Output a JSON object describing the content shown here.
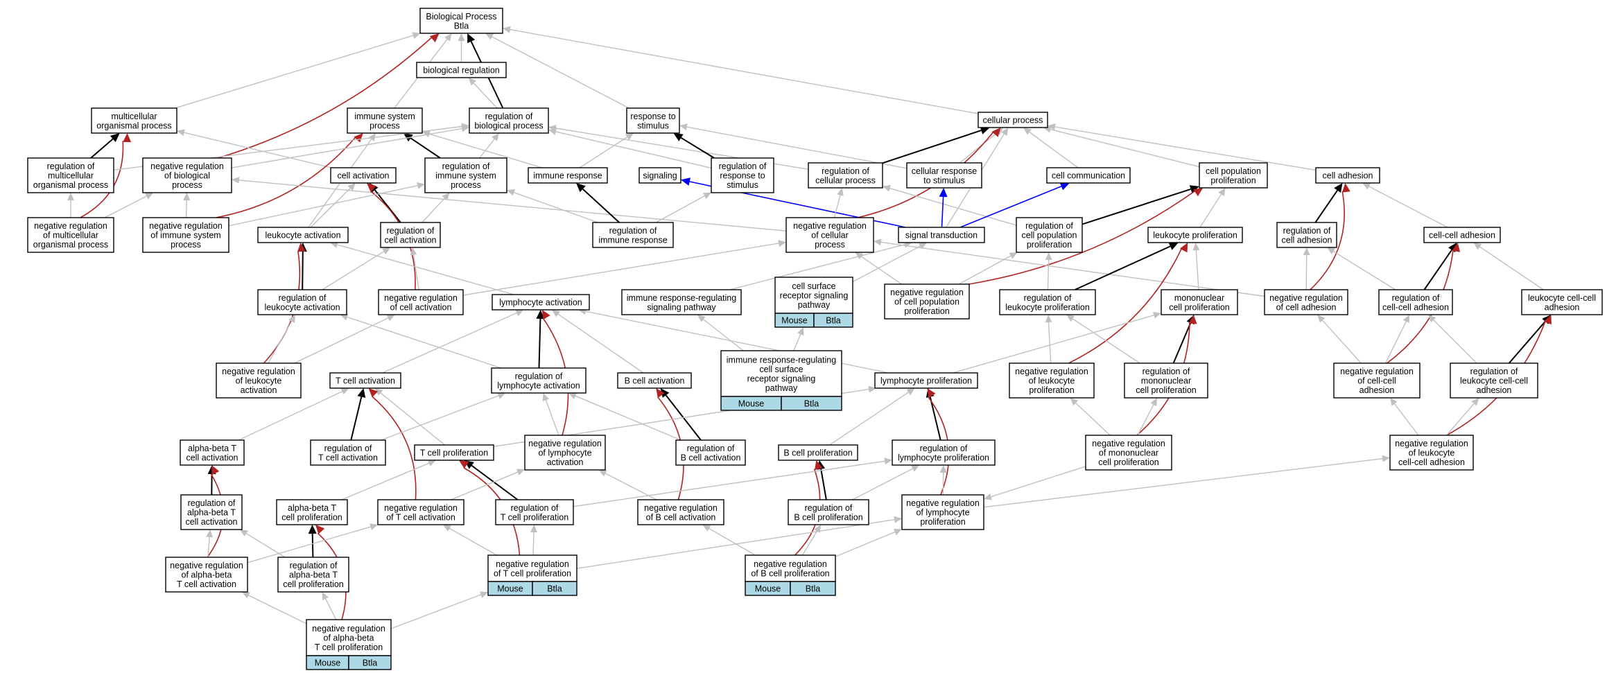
{
  "graph": {
    "nodes": [
      {
        "id": "bp",
        "lines": [
          "Biological Process",
          "Btla"
        ]
      },
      {
        "id": "biolreg",
        "lines": [
          "biological regulation"
        ]
      },
      {
        "id": "multi",
        "lines": [
          "multicellular",
          "organismal process"
        ]
      },
      {
        "id": "immsys",
        "lines": [
          "immune system",
          "process"
        ]
      },
      {
        "id": "regbio",
        "lines": [
          "regulation of",
          "biological process"
        ]
      },
      {
        "id": "resp",
        "lines": [
          "response to",
          "stimulus"
        ]
      },
      {
        "id": "cellproc",
        "lines": [
          "cellular process"
        ]
      },
      {
        "id": "regmulti",
        "lines": [
          "regulation of",
          "multicellular",
          "organismal process"
        ]
      },
      {
        "id": "negbio",
        "lines": [
          "negative regulation",
          "of biological",
          "process"
        ]
      },
      {
        "id": "cellact",
        "lines": [
          "cell activation"
        ]
      },
      {
        "id": "regimmsys",
        "lines": [
          "regulation of",
          "immune system",
          "process"
        ]
      },
      {
        "id": "immresp",
        "lines": [
          "immune response"
        ]
      },
      {
        "id": "signaling",
        "lines": [
          "signaling"
        ]
      },
      {
        "id": "regresp",
        "lines": [
          "regulation of",
          "response to",
          "stimulus"
        ]
      },
      {
        "id": "regcell",
        "lines": [
          "regulation of",
          "cellular process"
        ]
      },
      {
        "id": "cellresp",
        "lines": [
          "cellular response",
          "to stimulus"
        ]
      },
      {
        "id": "cellcomm",
        "lines": [
          "cell communication"
        ]
      },
      {
        "id": "cellpop",
        "lines": [
          "cell population",
          "proliferation"
        ]
      },
      {
        "id": "celladh",
        "lines": [
          "cell adhesion"
        ]
      },
      {
        "id": "negmulti",
        "lines": [
          "negative regulation",
          "of multicellular",
          "organismal process"
        ]
      },
      {
        "id": "negimmsys",
        "lines": [
          "negative regulation",
          "of immune system",
          "process"
        ]
      },
      {
        "id": "leukact",
        "lines": [
          "leukocyte activation"
        ]
      },
      {
        "id": "regcellact",
        "lines": [
          "regulation of",
          "cell activation"
        ]
      },
      {
        "id": "regimmresp",
        "lines": [
          "regulation of",
          "immune response"
        ]
      },
      {
        "id": "negcell",
        "lines": [
          "negative regulation",
          "of cellular",
          "process"
        ]
      },
      {
        "id": "sigtrans",
        "lines": [
          "signal transduction"
        ]
      },
      {
        "id": "regcellpop",
        "lines": [
          "regulation of",
          "cell population",
          "proliferation"
        ]
      },
      {
        "id": "leukprolif",
        "lines": [
          "leukocyte proliferation"
        ]
      },
      {
        "id": "regcelladh",
        "lines": [
          "regulation of",
          "cell adhesion"
        ]
      },
      {
        "id": "cellcelladh",
        "lines": [
          "cell-cell adhesion"
        ]
      },
      {
        "id": "regleukact",
        "lines": [
          "regulation of",
          "leukocyte activation"
        ]
      },
      {
        "id": "negcellact",
        "lines": [
          "negative regulation",
          "of cell activation"
        ]
      },
      {
        "id": "lymphact",
        "lines": [
          "lymphocyte activation"
        ]
      },
      {
        "id": "irrsp",
        "lines": [
          "immune response-regulating",
          "signaling pathway"
        ]
      },
      {
        "id": "csrsp",
        "lines": [
          "cell surface",
          "receptor signaling",
          "pathway"
        ],
        "ann": [
          "Mouse",
          "Btla"
        ]
      },
      {
        "id": "negcellpop",
        "lines": [
          "negative regulation",
          "of cell population",
          "proliferation"
        ]
      },
      {
        "id": "regleukprolif",
        "lines": [
          "regulation of",
          "leukocyte proliferation"
        ]
      },
      {
        "id": "mononuc",
        "lines": [
          "mononuclear",
          "cell proliferation"
        ]
      },
      {
        "id": "negcelladh",
        "lines": [
          "negative regulation",
          "of cell adhesion"
        ]
      },
      {
        "id": "regcellcelladh",
        "lines": [
          "regulation of",
          "cell-cell adhesion"
        ]
      },
      {
        "id": "leukccadh",
        "lines": [
          "leukocyte cell-cell",
          "adhesion"
        ]
      },
      {
        "id": "negleukact",
        "lines": [
          "negative regulation",
          "of leukocyte",
          "activation"
        ]
      },
      {
        "id": "tcellact",
        "lines": [
          "T cell activation"
        ]
      },
      {
        "id": "reglymphact",
        "lines": [
          "regulation of",
          "lymphocyte activation"
        ]
      },
      {
        "id": "bcellact",
        "lines": [
          "B cell activation"
        ]
      },
      {
        "id": "irrcsrsp",
        "lines": [
          "immune response-regulating",
          "cell surface",
          "receptor signaling",
          "pathway"
        ],
        "ann": [
          "Mouse",
          "Btla"
        ]
      },
      {
        "id": "lymphprolif",
        "lines": [
          "lymphocyte proliferation"
        ]
      },
      {
        "id": "negleukprolif",
        "lines": [
          "negative regulation",
          "of leukocyte",
          "proliferation"
        ]
      },
      {
        "id": "regmononuc",
        "lines": [
          "regulation of",
          "mononuclear",
          "cell proliferation"
        ]
      },
      {
        "id": "negccadh",
        "lines": [
          "negative regulation",
          "of cell-cell",
          "adhesion"
        ]
      },
      {
        "id": "regleukccadh",
        "lines": [
          "regulation of",
          "leukocyte cell-cell",
          "adhesion"
        ]
      },
      {
        "id": "abtact",
        "lines": [
          "alpha-beta T",
          "cell activation"
        ]
      },
      {
        "id": "regtact",
        "lines": [
          "regulation of",
          "T cell activation"
        ]
      },
      {
        "id": "tprolif",
        "lines": [
          "T cell proliferation"
        ]
      },
      {
        "id": "neglymphact",
        "lines": [
          "negative regulation",
          "of lymphocyte",
          "activation"
        ]
      },
      {
        "id": "regbact",
        "lines": [
          "regulation of",
          "B cell activation"
        ]
      },
      {
        "id": "bprolif",
        "lines": [
          "B cell proliferation"
        ]
      },
      {
        "id": "reglymphprolif",
        "lines": [
          "regulation of",
          "lymphocyte proliferation"
        ]
      },
      {
        "id": "negmononuc",
        "lines": [
          "negative regulation",
          "of mononuclear",
          "cell proliferation"
        ]
      },
      {
        "id": "negleukccadh",
        "lines": [
          "negative regulation",
          "of leukocyte",
          "cell-cell adhesion"
        ]
      },
      {
        "id": "regabtact",
        "lines": [
          "regulation of",
          "alpha-beta T",
          "cell activation"
        ]
      },
      {
        "id": "abtprolif",
        "lines": [
          "alpha-beta T",
          "cell proliferation"
        ]
      },
      {
        "id": "negtact",
        "lines": [
          "negative regulation",
          "of T cell activation"
        ]
      },
      {
        "id": "regtprolif",
        "lines": [
          "regulation of",
          "T cell proliferation"
        ]
      },
      {
        "id": "negbact",
        "lines": [
          "negative regulation",
          "of B cell activation"
        ]
      },
      {
        "id": "regbprolif",
        "lines": [
          "regulation of",
          "B cell proliferation"
        ]
      },
      {
        "id": "neglymphprolif",
        "lines": [
          "negative regulation",
          "of lymphocyte",
          "proliferation"
        ]
      },
      {
        "id": "negabtact",
        "lines": [
          "negative regulation",
          "of alpha-beta",
          "T cell activation"
        ]
      },
      {
        "id": "regabtprolif",
        "lines": [
          "regulation of",
          "alpha-beta T",
          "cell proliferation"
        ]
      },
      {
        "id": "negtprolif",
        "lines": [
          "negative regulation",
          "of T cell proliferation"
        ],
        "ann": [
          "Mouse",
          "Btla"
        ]
      },
      {
        "id": "negbprolif",
        "lines": [
          "negative regulation",
          "of B cell proliferation"
        ],
        "ann": [
          "Mouse",
          "Btla"
        ]
      },
      {
        "id": "negabtprolif",
        "lines": [
          "negative regulation",
          "of alpha-beta",
          "T cell proliferation"
        ],
        "ann": [
          "Mouse",
          "Btla"
        ]
      }
    ],
    "edges": [
      [
        "biolreg",
        "bp",
        "g"
      ],
      [
        "multi",
        "bp",
        "g"
      ],
      [
        "immsys",
        "bp",
        "g"
      ],
      [
        "regbio",
        "bp",
        "k"
      ],
      [
        "resp",
        "bp",
        "g"
      ],
      [
        "cellproc",
        "bp",
        "g"
      ],
      [
        "negbio",
        "bp",
        "r"
      ],
      [
        "regbio",
        "biolreg",
        "g"
      ],
      [
        "regmulti",
        "multi",
        "k"
      ],
      [
        "negmulti",
        "multi",
        "r"
      ],
      [
        "cellact",
        "multi",
        "g"
      ],
      [
        "regimmsys",
        "immsys",
        "k"
      ],
      [
        "negimmsys",
        "immsys",
        "r"
      ],
      [
        "immresp",
        "immsys",
        "g"
      ],
      [
        "leukact",
        "immsys",
        "g"
      ],
      [
        "regmulti",
        "regbio",
        "g"
      ],
      [
        "negbio",
        "regbio",
        "g"
      ],
      [
        "regimmsys",
        "regbio",
        "g"
      ],
      [
        "regresp",
        "regbio",
        "g"
      ],
      [
        "regcell",
        "regbio",
        "g"
      ],
      [
        "regresp",
        "resp",
        "k"
      ],
      [
        "immresp",
        "resp",
        "g"
      ],
      [
        "cellresp",
        "resp",
        "g"
      ],
      [
        "regcell",
        "cellproc",
        "k"
      ],
      [
        "cellresp",
        "cellproc",
        "g"
      ],
      [
        "cellcomm",
        "cellproc",
        "g"
      ],
      [
        "cellpop",
        "cellproc",
        "g"
      ],
      [
        "celladh",
        "cellproc",
        "g"
      ],
      [
        "negcell",
        "cellproc",
        "r"
      ],
      [
        "sigtrans",
        "cellproc",
        "g"
      ],
      [
        "negmulti",
        "regmulti",
        "g"
      ],
      [
        "negmulti",
        "negbio",
        "g"
      ],
      [
        "negimmsys",
        "negbio",
        "g"
      ],
      [
        "negcell",
        "negbio",
        "g"
      ],
      [
        "leukact",
        "cellact",
        "g"
      ],
      [
        "regcellact",
        "cellact",
        "k"
      ],
      [
        "negcellact",
        "cellact",
        "r"
      ],
      [
        "negimmsys",
        "regimmsys",
        "g"
      ],
      [
        "regimmresp",
        "regimmsys",
        "g"
      ],
      [
        "regcellact",
        "regimmsys",
        "g"
      ],
      [
        "regimmresp",
        "immresp",
        "k"
      ],
      [
        "sigtrans",
        "signaling",
        "b"
      ],
      [
        "regimmresp",
        "regresp",
        "g"
      ],
      [
        "negcell",
        "regcell",
        "g"
      ],
      [
        "regcellpop",
        "regcell",
        "g"
      ],
      [
        "sigtrans",
        "cellresp",
        "b"
      ],
      [
        "sigtrans",
        "cellcomm",
        "b"
      ],
      [
        "regcellpop",
        "cellpop",
        "k"
      ],
      [
        "leukprolif",
        "cellpop",
        "g"
      ],
      [
        "negcellpop",
        "cellpop",
        "r"
      ],
      [
        "regcelladh",
        "celladh",
        "k"
      ],
      [
        "cellcelladh",
        "celladh",
        "g"
      ],
      [
        "negcelladh",
        "celladh",
        "r"
      ],
      [
        "regleukact",
        "leukact",
        "k"
      ],
      [
        "lymphact",
        "leukact",
        "g"
      ],
      [
        "negleukact",
        "leukact",
        "r"
      ],
      [
        "regleukact",
        "regcellact",
        "g"
      ],
      [
        "negcellact",
        "regcellact",
        "g"
      ],
      [
        "negcellact",
        "negcell",
        "g"
      ],
      [
        "negcellpop",
        "negcell",
        "g"
      ],
      [
        "negcelladh",
        "negcell",
        "g"
      ],
      [
        "irrsp",
        "sigtrans",
        "g"
      ],
      [
        "csrsp",
        "sigtrans",
        "g"
      ],
      [
        "negcellpop",
        "regcellpop",
        "g"
      ],
      [
        "regleukprolif",
        "regcellpop",
        "g"
      ],
      [
        "regleukprolif",
        "leukprolif",
        "k"
      ],
      [
        "mononuc",
        "leukprolif",
        "g"
      ],
      [
        "negleukprolif",
        "leukprolif",
        "r"
      ],
      [
        "negcelladh",
        "regcelladh",
        "g"
      ],
      [
        "regcellcelladh",
        "regcelladh",
        "g"
      ],
      [
        "regcellcelladh",
        "cellcelladh",
        "k"
      ],
      [
        "leukccadh",
        "cellcelladh",
        "g"
      ],
      [
        "negccadh",
        "cellcelladh",
        "r"
      ],
      [
        "negleukact",
        "regleukact",
        "g"
      ],
      [
        "reglymphact",
        "regleukact",
        "g"
      ],
      [
        "negleukact",
        "negcellact",
        "g"
      ],
      [
        "tcellact",
        "lymphact",
        "g"
      ],
      [
        "reglymphact",
        "lymphact",
        "k"
      ],
      [
        "bcellact",
        "lymphact",
        "g"
      ],
      [
        "neglymphact",
        "lymphact",
        "r"
      ],
      [
        "lymphprolif",
        "lymphact",
        "g"
      ],
      [
        "irrcsrsp",
        "irrsp",
        "g"
      ],
      [
        "irrcsrsp",
        "csrsp",
        "g"
      ],
      [
        "negleukprolif",
        "regleukprolif",
        "g"
      ],
      [
        "regmononuc",
        "regleukprolif",
        "g"
      ],
      [
        "lymphprolif",
        "mononuc",
        "g"
      ],
      [
        "regmononuc",
        "mononuc",
        "k"
      ],
      [
        "negmononuc",
        "mononuc",
        "r"
      ],
      [
        "negccadh",
        "negcelladh",
        "g"
      ],
      [
        "negccadh",
        "regcellcelladh",
        "g"
      ],
      [
        "regleukccadh",
        "regcellcelladh",
        "g"
      ],
      [
        "regleukccadh",
        "leukccadh",
        "k"
      ],
      [
        "negleukccadh",
        "leukccadh",
        "r"
      ],
      [
        "abtact",
        "tcellact",
        "g"
      ],
      [
        "regtact",
        "tcellact",
        "k"
      ],
      [
        "tprolif",
        "tcellact",
        "g"
      ],
      [
        "negtact",
        "tcellact",
        "r"
      ],
      [
        "regtact",
        "reglymphact",
        "g"
      ],
      [
        "regbact",
        "reglymphact",
        "g"
      ],
      [
        "neglymphact",
        "reglymphact",
        "g"
      ],
      [
        "regbact",
        "bcellact",
        "k"
      ],
      [
        "negbact",
        "bcellact",
        "r"
      ],
      [
        "reglymphprolif",
        "lymphprolif",
        "k"
      ],
      [
        "bprolif",
        "lymphprolif",
        "g"
      ],
      [
        "tprolif",
        "lymphprolif",
        "g"
      ],
      [
        "neglymphprolif",
        "lymphprolif",
        "r"
      ],
      [
        "negmononuc",
        "regmononuc",
        "g"
      ],
      [
        "negmononuc",
        "negleukprolif",
        "g"
      ],
      [
        "negleukccadh",
        "negccadh",
        "g"
      ],
      [
        "negleukccadh",
        "regleukccadh",
        "g"
      ],
      [
        "regabtact",
        "abtact",
        "k"
      ],
      [
        "negabtact",
        "abtact",
        "r"
      ],
      [
        "regabtprolif",
        "abtprolif",
        "k"
      ],
      [
        "negabtprolif",
        "abtprolif",
        "r"
      ],
      [
        "regtprolif",
        "tprolif",
        "k"
      ],
      [
        "negtprolif",
        "tprolif",
        "r"
      ],
      [
        "abtprolif",
        "tprolif",
        "g"
      ],
      [
        "negtact",
        "neglymphact",
        "g"
      ],
      [
        "negbact",
        "neglymphact",
        "g"
      ],
      [
        "regbprolif",
        "bprolif",
        "k"
      ],
      [
        "negbprolif",
        "bprolif",
        "r"
      ],
      [
        "neglymphprolif",
        "reglymphprolif",
        "g"
      ],
      [
        "regtprolif",
        "reglymphprolif",
        "g"
      ],
      [
        "regbprolif",
        "reglymphprolif",
        "g"
      ],
      [
        "negmononuc",
        "neglymphprolif",
        "g"
      ],
      [
        "neglymphprolif",
        "negleukccadh",
        "g"
      ],
      [
        "negabtact",
        "regabtact",
        "g"
      ],
      [
        "negabtact",
        "negtact",
        "g"
      ],
      [
        "regabtprolif",
        "regabtact",
        "g"
      ],
      [
        "negtprolif",
        "negtact",
        "g"
      ],
      [
        "negtprolif",
        "regtprolif",
        "g"
      ],
      [
        "negtprolif",
        "neglymphprolif",
        "g"
      ],
      [
        "negbprolif",
        "negbact",
        "g"
      ],
      [
        "negbprolif",
        "regbprolif",
        "g"
      ],
      [
        "negbprolif",
        "neglymphprolif",
        "g"
      ],
      [
        "negabtprolif",
        "negabtact",
        "g"
      ],
      [
        "negabtprolif",
        "regabtprolif",
        "g"
      ],
      [
        "negabtprolif",
        "negtprolif",
        "g"
      ]
    ]
  }
}
